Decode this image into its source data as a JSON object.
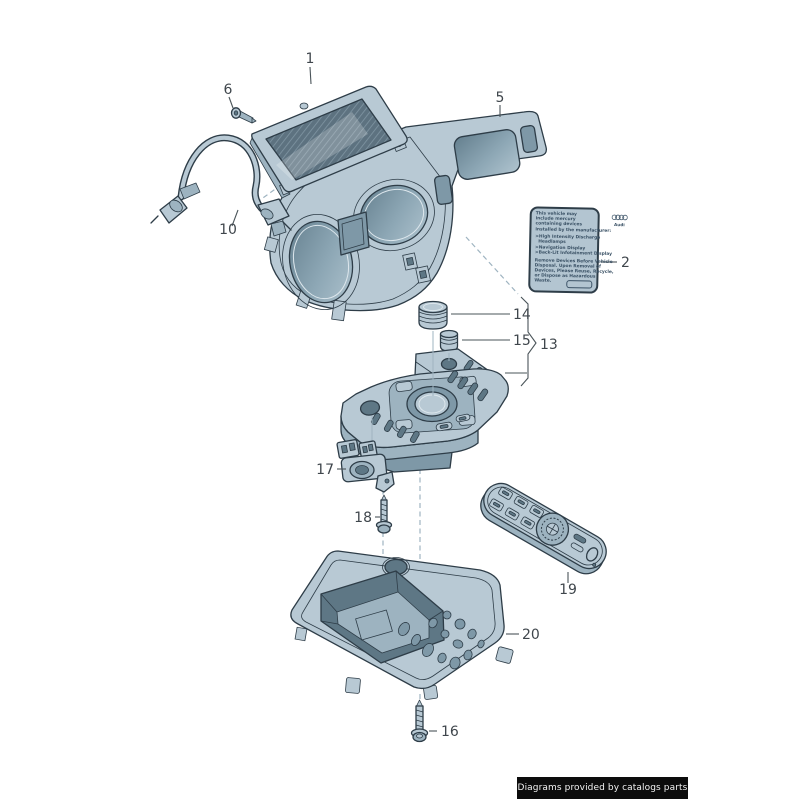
{
  "callouts": {
    "c1": "1",
    "c2": "2",
    "c5": "5",
    "c6": "6",
    "c10": "10",
    "c13": "13",
    "c14": "14",
    "c15": "15",
    "c16": "16",
    "c17": "17",
    "c18": "18",
    "c19": "19",
    "c20": "20"
  },
  "label2": {
    "brand": "Audi",
    "intro": [
      "This vehicle may",
      "include mercury",
      "containing devices",
      "installed by the manufacturer:"
    ],
    "items": [
      ">High Intensity Discharge",
      "  Headlamps",
      ">Navigation Display",
      ">Back-Lit Infotainment Display"
    ],
    "outro": [
      "Remove Devices Before Vehicle",
      "Disposal. Upon Removal of",
      "Devices, Please Reuse, Recycle,",
      "or Dispose as Hazardous",
      "Waste."
    ]
  },
  "footer": {
    "text": "Diagrams provided by catalogs parts"
  },
  "colors": {
    "part_fill": "#b8c9d4",
    "part_outline": "#2e3d48",
    "dash_line": "#9fb4c1",
    "callout_text": "#3f464c",
    "footer_bg": "#0c0c0c",
    "footer_text": "#f2f2f2"
  }
}
